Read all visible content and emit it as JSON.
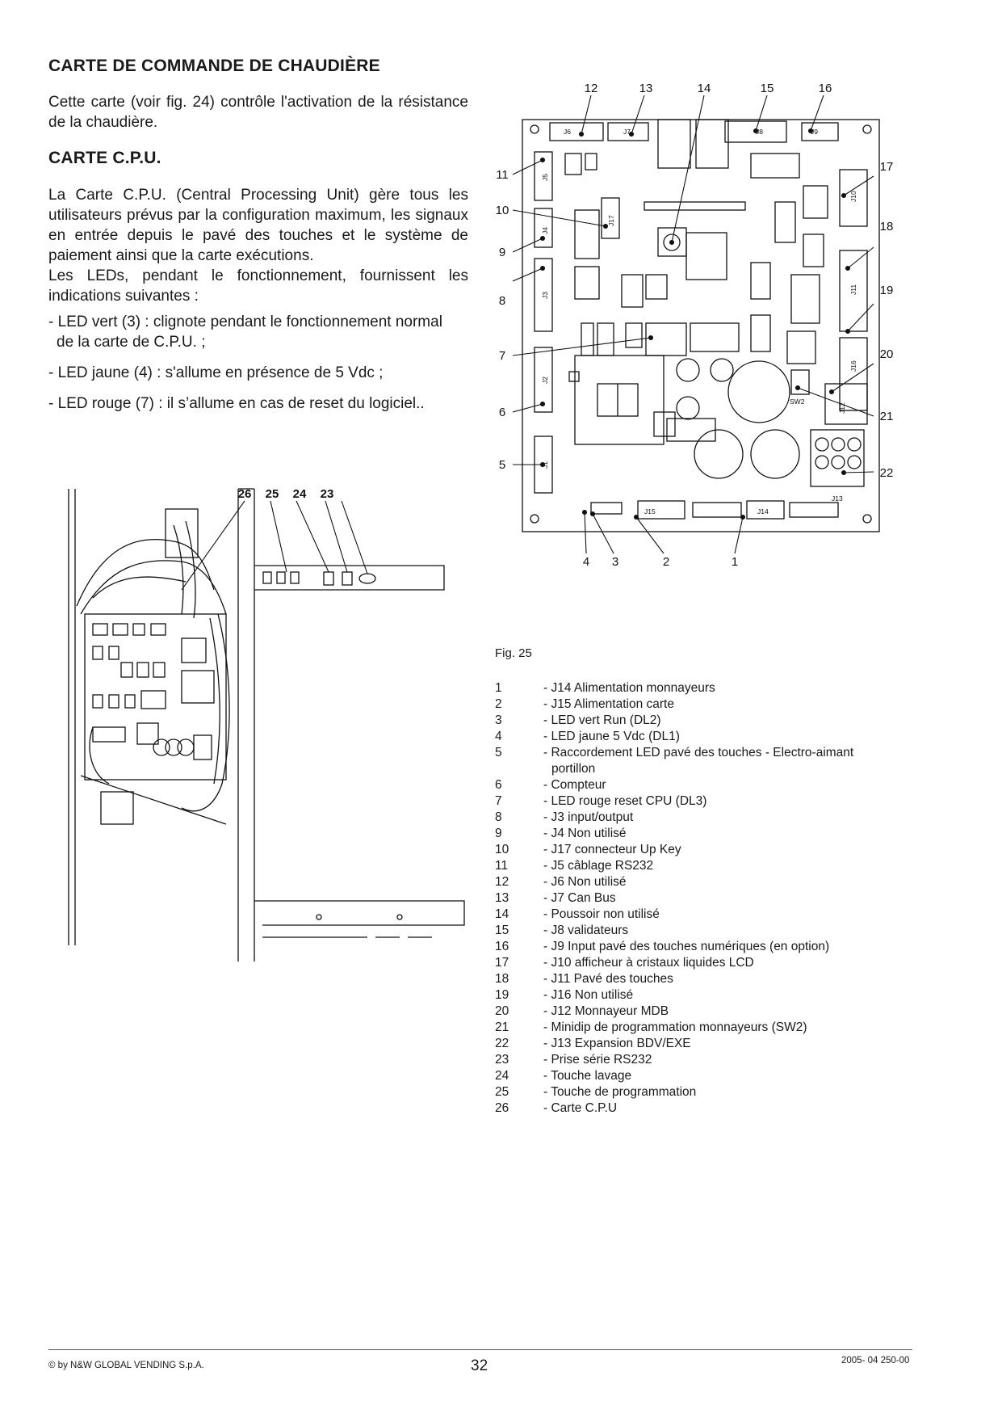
{
  "section1": {
    "title": "CARTE DE COMMANDE DE CHAUDIÈRE",
    "text": "Cette carte (voir fig. 24) contrôle l'activation de la résistance de la chaudière."
  },
  "section2": {
    "title": "CARTE C.P.U.",
    "text1": "La Carte C.P.U. (Central Processing Unit) gère tous les utilisateurs prévus par la configuration maximum, les signaux en entrée depuis le pavé des touches et le système de paiement ainsi que la carte exécutions.",
    "text2": "Les LEDs, pendant le fonctionnement, fournissent les indications suivantes :",
    "bullets": [
      {
        "line1": "- LED vert (3) : clignote pendant le fonctionnement normal",
        "line2": "de la carte de C.P.U. ;"
      },
      {
        "line1": "- LED jaune (4) : s'allume en présence de 5 Vdc ;",
        "line2": ""
      },
      {
        "line1": "- LED rouge (7) : il s’allume en cas de reset du logiciel..",
        "line2": ""
      }
    ]
  },
  "board": {
    "callouts": [
      "1",
      "2",
      "3",
      "4",
      "5",
      "6",
      "7",
      "8",
      "9",
      "10",
      "11",
      "12",
      "13",
      "14",
      "15",
      "16",
      "17",
      "18",
      "19",
      "20",
      "21",
      "22"
    ],
    "connectors": {
      "j6": "J6",
      "j7": "J7",
      "j8": "J8",
      "j9": "J9",
      "j10": "J10",
      "j11": "J11",
      "j12": "J12",
      "j13": "J13",
      "j14": "J14",
      "j15": "J15",
      "j16": "J16",
      "j17": "J17",
      "j1": "J1",
      "j2": "J2",
      "j3": "J3",
      "j4": "J4",
      "j5": "J5",
      "sw2": "SW2"
    }
  },
  "machine": {
    "callouts": [
      "26",
      "25",
      "24",
      "23"
    ]
  },
  "figure": {
    "label": "Fig. 25",
    "legend": [
      {
        "num": "1",
        "text": "- J14 Alimentation monnayeurs"
      },
      {
        "num": "2",
        "text": "- J15 Alimentation carte"
      },
      {
        "num": "3",
        "text": "- LED vert Run  (DL2)"
      },
      {
        "num": "4",
        "text": "- LED jaune 5 Vdc (DL1)"
      },
      {
        "num": "5",
        "text": "- Raccordement LED pavé des touches - Electro-aimant",
        "text2": "portillon"
      },
      {
        "num": "6",
        "text": "-  Compteur"
      },
      {
        "num": "7",
        "text": "- LED rouge reset CPU (DL3)"
      },
      {
        "num": "8",
        "text": "- J3 input/output"
      },
      {
        "num": "9",
        "text": "- J4 Non utilisé"
      },
      {
        "num": "10",
        "text": "- J17 connecteur Up Key"
      },
      {
        "num": "11",
        "text": "- J5 câblage RS232"
      },
      {
        "num": "12",
        "text": "- J6 Non utilisé"
      },
      {
        "num": "13",
        "text": "- J7 Can Bus"
      },
      {
        "num": "14",
        "text": "- Poussoir non utilisé"
      },
      {
        "num": "15",
        "text": "- J8 validateurs"
      },
      {
        "num": "16",
        "text": "- J9 Input pavé des touches numériques (en option)"
      },
      {
        "num": "17",
        "text": "- J10 afficheur à cristaux liquides LCD"
      },
      {
        "num": "18",
        "text": "- J11 Pavé des touches"
      },
      {
        "num": "19",
        "text": "- J16 Non utilisé"
      },
      {
        "num": "20",
        "text": "- J12 Monnayeur MDB"
      },
      {
        "num": "21",
        "text": "- Minidip de programmation monnayeurs (SW2)"
      },
      {
        "num": "22",
        "text": "- J13 Expansion BDV/EXE"
      },
      {
        "num": "23",
        "text": "- Prise série RS232"
      },
      {
        "num": "24",
        "text": "- Touche lavage"
      },
      {
        "num": "25",
        "text": "- Touche de programmation"
      },
      {
        "num": "26",
        "text": "- Carte C.P.U"
      }
    ]
  },
  "footer": {
    "copyright": "© by N&W GLOBAL VENDING S.p.A.",
    "page": "32",
    "docref": "2005- 04 250-00"
  }
}
